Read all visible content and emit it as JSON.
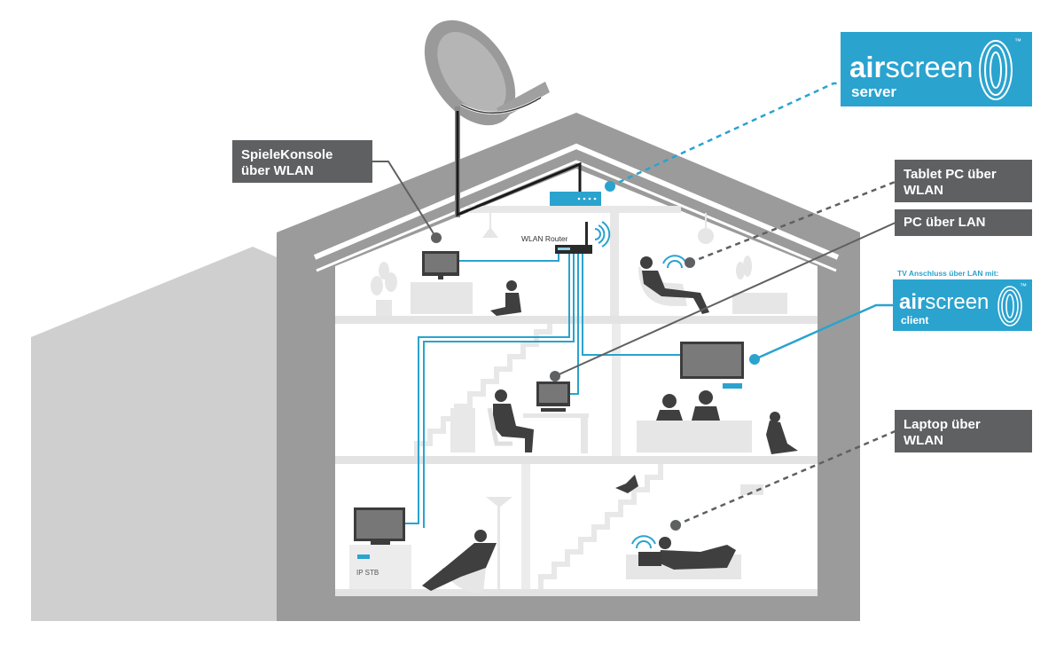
{
  "labels": {
    "spielekonsole": "SpieleKonsole\nüber WLAN",
    "tablet": "Tablet PC über\nWLAN",
    "pc_lan": "PC über LAN",
    "laptop": "Laptop über\nWLAN",
    "tv_lan": "TV Anschluss über LAN mit:",
    "wlan_router": "WLAN Router",
    "ip_stb": "IP STB"
  },
  "brand_server": {
    "air": "air",
    "screen": "screen",
    "sub": "server",
    "tm": "™"
  },
  "brand_client": {
    "air": "air",
    "screen": "screen",
    "sub": "client",
    "tm": "™"
  },
  "colors": {
    "accent": "#2aa3cf",
    "callout": "#5f6062",
    "wall": "#9a9a9a",
    "ghost": "#e7e7e7"
  }
}
